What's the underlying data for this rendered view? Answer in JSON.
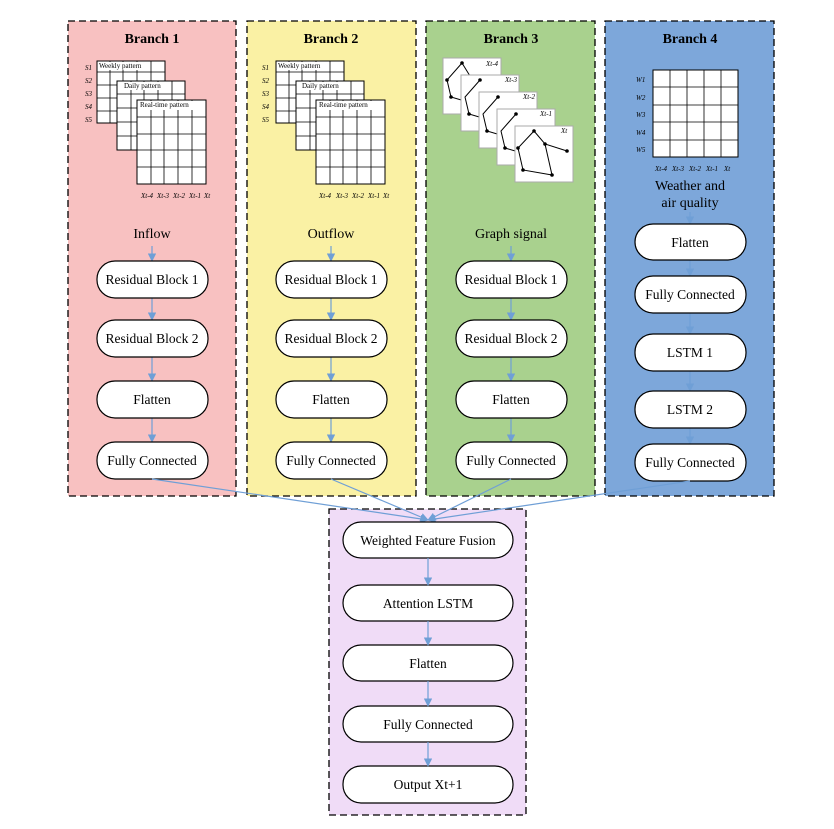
{
  "colors": {
    "branch1": "#f8c1c1",
    "branch2": "#faf1a4",
    "branch3": "#a9d18e",
    "branch4": "#7da7da",
    "fusion": "#f0dcf7",
    "arrow": "#6f9fd6"
  },
  "branches": [
    {
      "title": "Branch 1",
      "input_label": "Inflow",
      "pattern_labels": [
        "Weekly pattern",
        "Daily pattern",
        "Real-time pattern"
      ],
      "row_labels": [
        "S1",
        "S2",
        "S3",
        "S4",
        "S5"
      ],
      "col_labels": [
        "Xt-4",
        "Xt-3",
        "Xt-2",
        "Xt-1",
        "Xt"
      ],
      "steps": [
        "Residual Block 1",
        "Residual Block 2",
        "Flatten",
        "Fully Connected"
      ]
    },
    {
      "title": "Branch 2",
      "input_label": "Outflow",
      "pattern_labels": [
        "Weekly pattern",
        "Daily pattern",
        "Real-time pattern"
      ],
      "row_labels": [
        "S1",
        "S2",
        "S3",
        "S4",
        "S5"
      ],
      "col_labels": [
        "Xt-4",
        "Xt-3",
        "Xt-2",
        "Xt-1",
        "Xt"
      ],
      "steps": [
        "Residual Block 1",
        "Residual Block 2",
        "Flatten",
        "Fully Connected"
      ]
    },
    {
      "title": "Branch 3",
      "input_label": "Graph signal",
      "graph_labels": [
        "Xt-4",
        "Xt-3",
        "Xt-2",
        "Xt-1",
        "Xt"
      ],
      "steps": [
        "Residual Block 1",
        "Residual Block 2",
        "Flatten",
        "Fully Connected"
      ]
    },
    {
      "title": "Branch 4",
      "input_label_lines": [
        "Weather and",
        "air quality"
      ],
      "row_labels": [
        "W1",
        "W2",
        "W3",
        "W4",
        "W5"
      ],
      "col_labels": [
        "Xt-4",
        "Xt-3",
        "Xt-2",
        "Xt-1",
        "Xt"
      ],
      "steps": [
        "Flatten",
        "Fully Connected",
        "LSTM 1",
        "LSTM 2",
        "Fully Connected"
      ]
    }
  ],
  "fusion": {
    "steps": [
      "Weighted Feature Fusion",
      "Attention LSTM",
      "Flatten",
      "Fully Connected",
      "Output Xt+1"
    ]
  }
}
